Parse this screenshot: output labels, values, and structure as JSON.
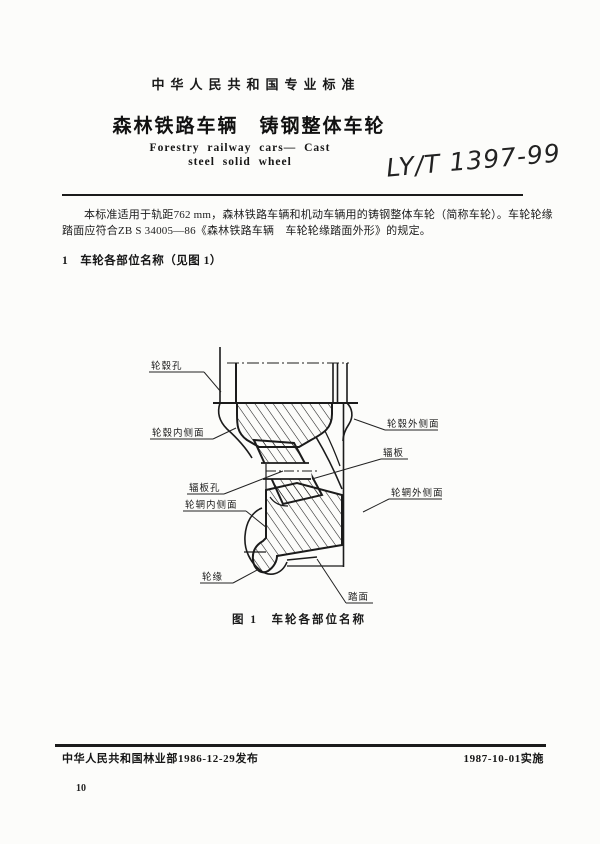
{
  "page": {
    "standard_header": "中华人民共和国专业标准",
    "title_cn": "森林铁路车辆　铸钢整体车轮",
    "title_en_line1": "Forestry railway cars— Cast",
    "title_en_line2": "steel solid wheel",
    "standard_number_handwritten": "LY/T 1397-99",
    "page_number": "10"
  },
  "body": {
    "paragraph_line1": "本标准适用于轨距762 mm，森林铁路车辆和机动车辆用的铸钢整体车轮（简称车轮）。车轮轮缘",
    "paragraph_line2": "踏面应符合ZB S 34005—86《森林铁路车辆　车轮轮缘踏面外形》的规定。",
    "section1_heading": "1　车轮各部位名称（见图 1）"
  },
  "figure": {
    "caption": "图 1　车轮各部位名称",
    "labels": {
      "hub_hole": "轮毂孔",
      "hub_inner_face": "轮毂内侧面",
      "web_hole": "辐板孔",
      "rim_inner_face": "轮辋内侧面",
      "flange": "轮缘",
      "hub_outer_face": "轮毂外侧面",
      "web": "辐板",
      "rim_outer_face": "轮辋外侧面",
      "tread": "踏面"
    }
  },
  "footer": {
    "issued": "中华人民共和国林业部1986-12-29发布",
    "implemented": "1987-10-01实施"
  },
  "colors": {
    "ink": "#1b1b1b",
    "paper": "#fcfcfa"
  }
}
